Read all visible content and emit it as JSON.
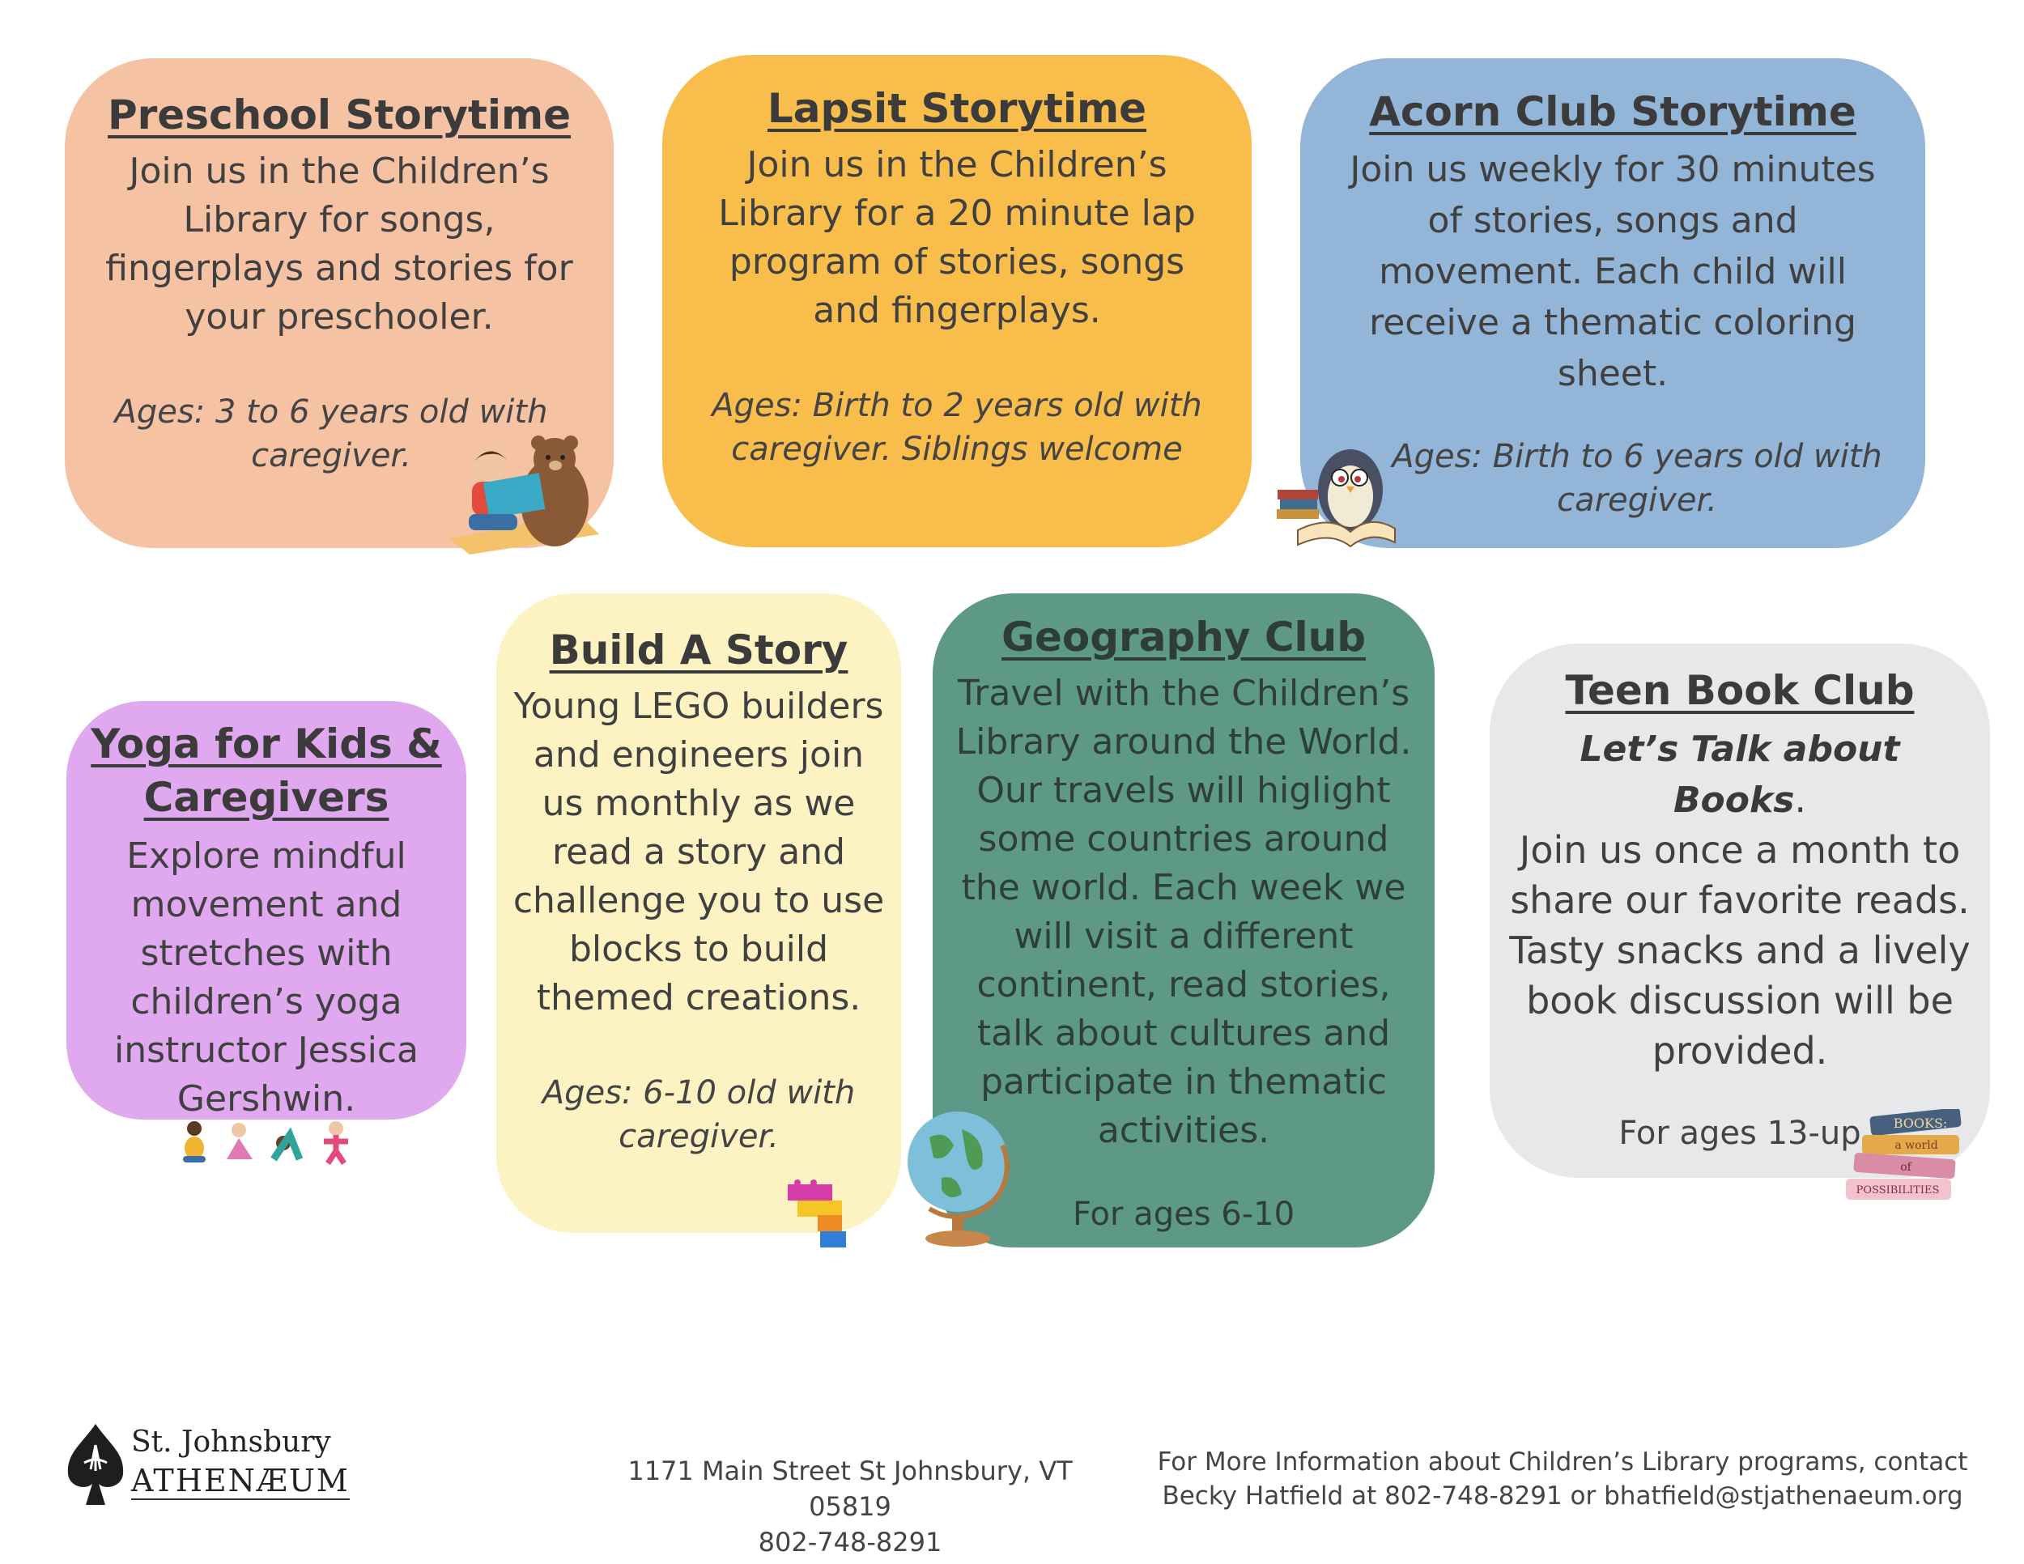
{
  "cards": {
    "preschool": {
      "title": "Preschool Storytime",
      "description": "Join us in the Children’s Library for songs, fingerplays and stories for your preschooler.",
      "ages": "Ages: 3 to 6 years old with caregiver."
    },
    "lapsit": {
      "title": "Lapsit Storytime",
      "description": "Join us in the Children’s Library for a 20 minute lap program of stories, songs and fingerplays.",
      "ages": "Ages: Birth to 2 years old with caregiver.  Siblings welcome"
    },
    "acorn": {
      "title": "Acorn Club Storytime",
      "description": "Join us weekly for 30 minutes of stories, songs and movement.  Each child will receive a thematic coloring sheet.",
      "ages": "Ages: Birth to 6 years old with caregiver."
    },
    "yoga": {
      "title": "Yoga for Kids & Caregivers",
      "description": "Explore mindful movement and stretches with children’s yoga instructor Jessica Gershwin."
    },
    "build": {
      "title": "Build A Story",
      "description": "Young LEGO builders and engineers join us monthly as we read a story and challenge you to use blocks to build themed creations.",
      "ages": "Ages: 6-10 old with caregiver."
    },
    "geography": {
      "title": "Geography Club",
      "description": "Travel with the Children’s Library around the World. Our travels will higlight some countries around the world. Each week we will visit a different continent, read stories, talk about cultures and participate in thematic activities.",
      "ages": "For ages 6-10"
    },
    "teen": {
      "title": "Teen Book Club",
      "subtitle": "Let’s Talk about Books",
      "subtitle_end": ".",
      "description": "Join us once a month to share our favorite reads. Tasty snacks and a lively book discussion will be provided.",
      "ages": "For ages 13-up"
    }
  },
  "decorations": {
    "books_stack_words": [
      "BOOKS:",
      "a world",
      "of",
      "POSSIBILITIES"
    ]
  },
  "footer": {
    "logo_line1": "St. Johnsbury",
    "logo_line2": "ATHENÆUM",
    "address": "1171 Main Street St Johnsbury, VT 05819",
    "phone": "802-748-8291",
    "contact_line1": "For More Information about Children’s Library programs, contact",
    "contact_line2": "Becky Hatfield at 802-748-8291 or bhatfield@stjathenaeum.org"
  },
  "colors": {
    "preschool": "#f5c2a4",
    "lapsit": "#f9bd4b",
    "acorn": "#93b5d8",
    "yoga": "#e0a8ee",
    "build": "#fdf2c1",
    "geography": "#5e9987",
    "teen": "#e7e8ea"
  }
}
